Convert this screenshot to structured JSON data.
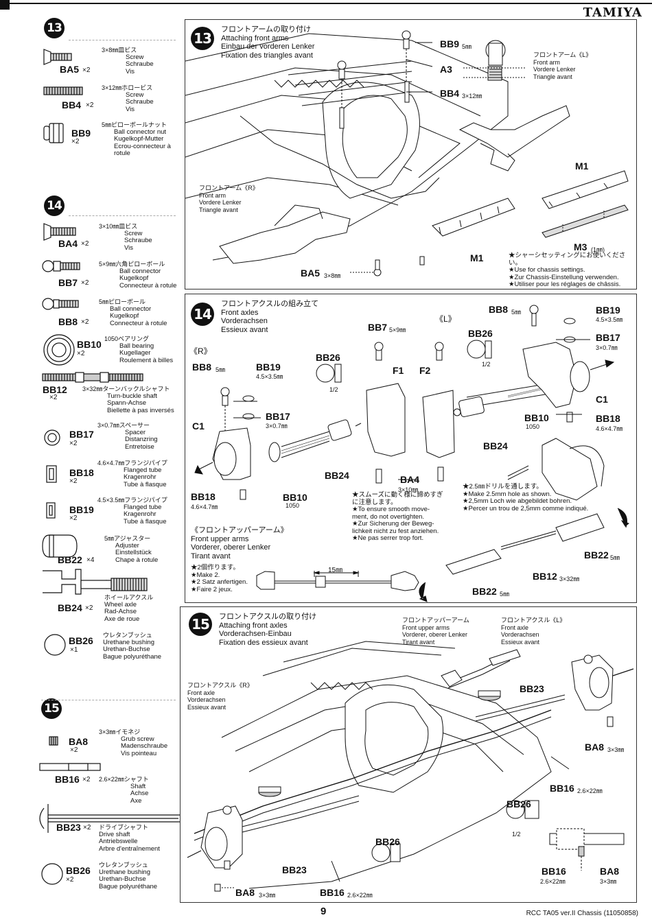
{
  "brand": "TAMIYA",
  "page_number": "9",
  "footer": "RCC TA05 ver.II Chassis (11050858)",
  "sidebar": {
    "s13": {
      "step": "13",
      "parts": [
        {
          "code": "BA5",
          "qty": "×2",
          "desc": [
            "3×8㎜皿ビス",
            "Screw",
            "Schraube",
            "Vis"
          ]
        },
        {
          "code": "BB4",
          "qty": "×2",
          "desc": [
            "3×12㎜ホロービス",
            "Screw",
            "Schraube",
            "Vis"
          ]
        },
        {
          "code": "BB9",
          "qty": "×2",
          "desc": [
            "5㎜ピローボールナット",
            "Ball connector nut",
            "Kugelkopf-Mutter",
            "Ecrou-connecteur à",
            "rotule"
          ]
        }
      ]
    },
    "s14": {
      "step": "14",
      "parts": [
        {
          "code": "BA4",
          "qty": "×2",
          "desc": [
            "3×10㎜皿ビス",
            "Screw",
            "Schraube",
            "Vis"
          ]
        },
        {
          "code": "BB7",
          "qty": "×2",
          "desc": [
            "5×9㎜六角ピローボール",
            "Ball connector",
            "Kugelkopf",
            "Connecteur à rotule"
          ]
        },
        {
          "code": "BB8",
          "qty": "×2",
          "desc": [
            "5㎜ピローボール",
            "Ball connector",
            "Kugelkopf",
            "Connecteur à rotule"
          ]
        },
        {
          "code": "BB10",
          "qty": "×2",
          "desc": [
            "1050ベアリング",
            "Ball bearing",
            "Kugellager",
            "Roulement à billes"
          ]
        },
        {
          "code": "BB12",
          "qty": "×2",
          "desc": [
            "3×32㎜ターンバックルシャフト",
            "Turn-buckle shaft",
            "Spann-Achse",
            "Biellette à pas inversés"
          ]
        },
        {
          "code": "BB17",
          "qty": "×2",
          "desc": [
            "3×0.7㎜スペーサー",
            "Spacer",
            "Distanzring",
            "Entretoise"
          ]
        },
        {
          "code": "BB18",
          "qty": "×2",
          "desc": [
            "4.6×4.7㎜フランジパイプ",
            "Flanged tube",
            "Kragenrohr",
            "Tube à flasque"
          ]
        },
        {
          "code": "BB19",
          "qty": "×2",
          "desc": [
            "4.5×3.5㎜フランジパイプ",
            "Flanged tube",
            "Kragenrohr",
            "Tube à flasque"
          ]
        },
        {
          "code": "BB22",
          "qty": "×4",
          "desc": [
            "5㎜アジャスター",
            "Adjuster",
            "Einstellstück",
            "Chape à rotule"
          ]
        },
        {
          "code": "BB24",
          "qty": "×2",
          "desc": [
            "ホイールアクスル",
            "Wheel axle",
            "Rad-Achse",
            "Axe de roue"
          ]
        },
        {
          "code": "BB26",
          "qty": "×1",
          "desc": [
            "ウレタンブッシュ",
            "Urethane bushing",
            "Urethan-Buchse",
            "Bague polyuréthane"
          ]
        }
      ]
    },
    "s15": {
      "step": "15",
      "parts": [
        {
          "code": "BA8",
          "qty": "×2",
          "desc": [
            "3×3㎜イモネジ",
            "Grub screw",
            "Madenschraube",
            "Vis pointeau"
          ]
        },
        {
          "code": "BB16",
          "qty": "×2",
          "desc": [
            "2.6×22㎜シャフト",
            "Shaft",
            "Achse",
            "Axe"
          ]
        },
        {
          "code": "BB23",
          "qty": "×2",
          "desc": [
            "ドライブシャフト",
            "Drive shaft",
            "Antriebswelle",
            "Arbre d'entraînement"
          ]
        },
        {
          "code": "BB26",
          "qty": "×2",
          "desc": [
            "ウレタンブッシュ",
            "Urethane bushing",
            "Urethan-Buchse",
            "Bague polyuréthane"
          ]
        }
      ]
    }
  },
  "panel13": {
    "step": "13",
    "title": [
      "フロントアームの取り付け",
      "Attaching front arms",
      "Einbau der vorderen Lenker",
      "Fixation des triangles avant"
    ],
    "labels": {
      "bb9": "BB9",
      "bb9_size": "5㎜",
      "a3": "A3",
      "bb4": "BB4",
      "bb4_size": "3×12㎜",
      "ba5": "BA5",
      "ba5_size": "3×8㎜",
      "m1a": "M1",
      "m1b": "M1",
      "m3": "M3",
      "m3_size": "(1㎜)"
    },
    "arm_l": [
      "フロントアーム《L》",
      "Front arm",
      "Vordere Lenker",
      "Triangle avant"
    ],
    "arm_r": [
      "フロントアーム《R》",
      "Front arm",
      "Vordere Lenker",
      "Triangle avant"
    ],
    "note": [
      "★シャーシセッティングにお使いください。",
      "★Use for chassis settings.",
      "★Zur Chassis-Einstellung verwenden.",
      "★Utiliser pour les réglages de châssis."
    ]
  },
  "panel14": {
    "step": "14",
    "title": [
      "フロントアクスルの組み立て",
      "Front axles",
      "Vorderachsen",
      "Essieux avant"
    ],
    "labels": {
      "r": "《R》",
      "l": "《L》",
      "bb8a": "BB8",
      "bb8a_size": "5㎜",
      "bb19a": "BB19",
      "bb19a_size": "4.5×3.5㎜",
      "bb26a": "BB26",
      "half_a": "1/2",
      "bb7": "BB7",
      "bb7_size": "5×9㎜",
      "f1": "F1",
      "f2": "F2",
      "c1a": "C1",
      "bb17a": "BB17",
      "bb17a_size": "3×0.7㎜",
      "bb24a": "BB24",
      "bb18a": "BB18",
      "bb18a_size": "4.6×4.7㎜",
      "bb10a": "BB10",
      "bb10a_size": "1050",
      "ba4": "BA4",
      "ba4_size": "3×10㎜",
      "bb8b": "BB8",
      "bb8b_size": "5㎜",
      "bb26b": "BB26",
      "half_b": "1/2",
      "bb19b": "BB19",
      "bb19b_size": "4.5×3.5㎜",
      "bb17b": "BB17",
      "bb17b_size": "3×0.7㎜",
      "c1b": "C1",
      "bb10b": "BB10",
      "bb10b_size": "1050",
      "bb18b": "BB18",
      "bb18b_size": "4.6×4.7㎜",
      "bb24b": "BB24",
      "bb22a": "BB22",
      "bb22a_size": "5㎜",
      "bb12": "BB12",
      "bb12_size": "3×32㎜",
      "bb22b": "BB22",
      "bb22b_size": "5㎜",
      "dim": "15㎜"
    },
    "note_screw": [
      "★スムーズに動く様に締めすぎ",
      "に注意します。",
      "★To ensure smooth move-",
      "ment, do not overtighten.",
      "★Zur Sicherung der Beweg-",
      "lichkeit nicht zu fest anziehen.",
      "★Ne pas serrer trop fort."
    ],
    "note_drill": [
      "★2.5㎜ドリルを通します。",
      "★Make 2.5mm hole as shown.",
      "★2,5mm Loch wie abgebildet bohren.",
      "★Percer un trou de 2,5mm comme indiqué."
    ],
    "upper": [
      "《フロントアッパーアーム》",
      "Front upper arms",
      "Vorderer, oberer Lenker",
      "Tirant avant"
    ],
    "upper_note": [
      "★2個作ります。",
      "★Make 2.",
      "★2 Satz anfertigen.",
      "★Faire 2 jeux."
    ]
  },
  "panel15": {
    "step": "15",
    "title": [
      "フロントアクスルの取り付け",
      "Attaching front axles",
      "Vorderachsen-Einbau",
      "Fixation des essieux avant"
    ],
    "upper": [
      "フロントアッパーアーム",
      "Front upper arms",
      "Vorderer, oberer Lenker",
      "Tirant avant"
    ],
    "axle_l": [
      "フロントアクスル《L》",
      "Front axle",
      "Vorderachsen",
      "Essieux avant"
    ],
    "axle_r": [
      "フロントアクスル《R》",
      "Front axle",
      "Vorderachsen",
      "Essieux avant"
    ],
    "labels": {
      "bb23a": "BB23",
      "ba8a": "BA8",
      "ba8a_size": "3×3㎜",
      "bb16a": "BB16",
      "bb16a_size": "2.6×22㎜",
      "bb26a": "BB26",
      "half": "1/2",
      "bb26b": "BB26",
      "bb23b": "BB23",
      "ba8b": "BA8",
      "ba8b_size": "3×3㎜",
      "bb16b": "BB16",
      "bb16b_size": "2.6×22㎜",
      "bb16c": "BB16",
      "bb16c_size": "2.6×22㎜",
      "ba8c": "BA8",
      "ba8c_size": "3×3㎜"
    }
  }
}
